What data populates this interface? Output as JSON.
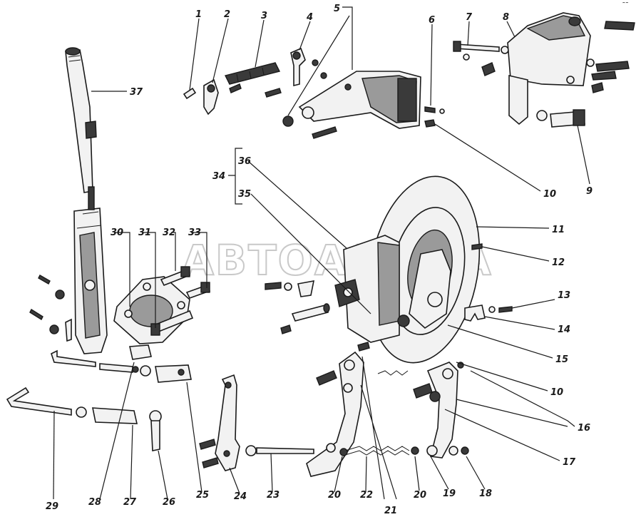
{
  "watermark": "АВТОАЛЬФА",
  "corner_mark": "˜˜",
  "callouts": [
    "1",
    "2",
    "3",
    "4",
    "5",
    "6",
    "7",
    "8",
    "9",
    "10",
    "11",
    "12",
    "13",
    "14",
    "15",
    "10",
    "16",
    "17",
    "18",
    "19",
    "20",
    "21",
    "22",
    "20",
    "23",
    "24",
    "25",
    "26",
    "27",
    "28",
    "29",
    "30",
    "31",
    "32",
    "33",
    "34",
    "35",
    "36",
    "37"
  ],
  "colors": {
    "ink": "#1a1a1a",
    "paper": "#ffffff",
    "watermark": "#c9c9c9"
  }
}
